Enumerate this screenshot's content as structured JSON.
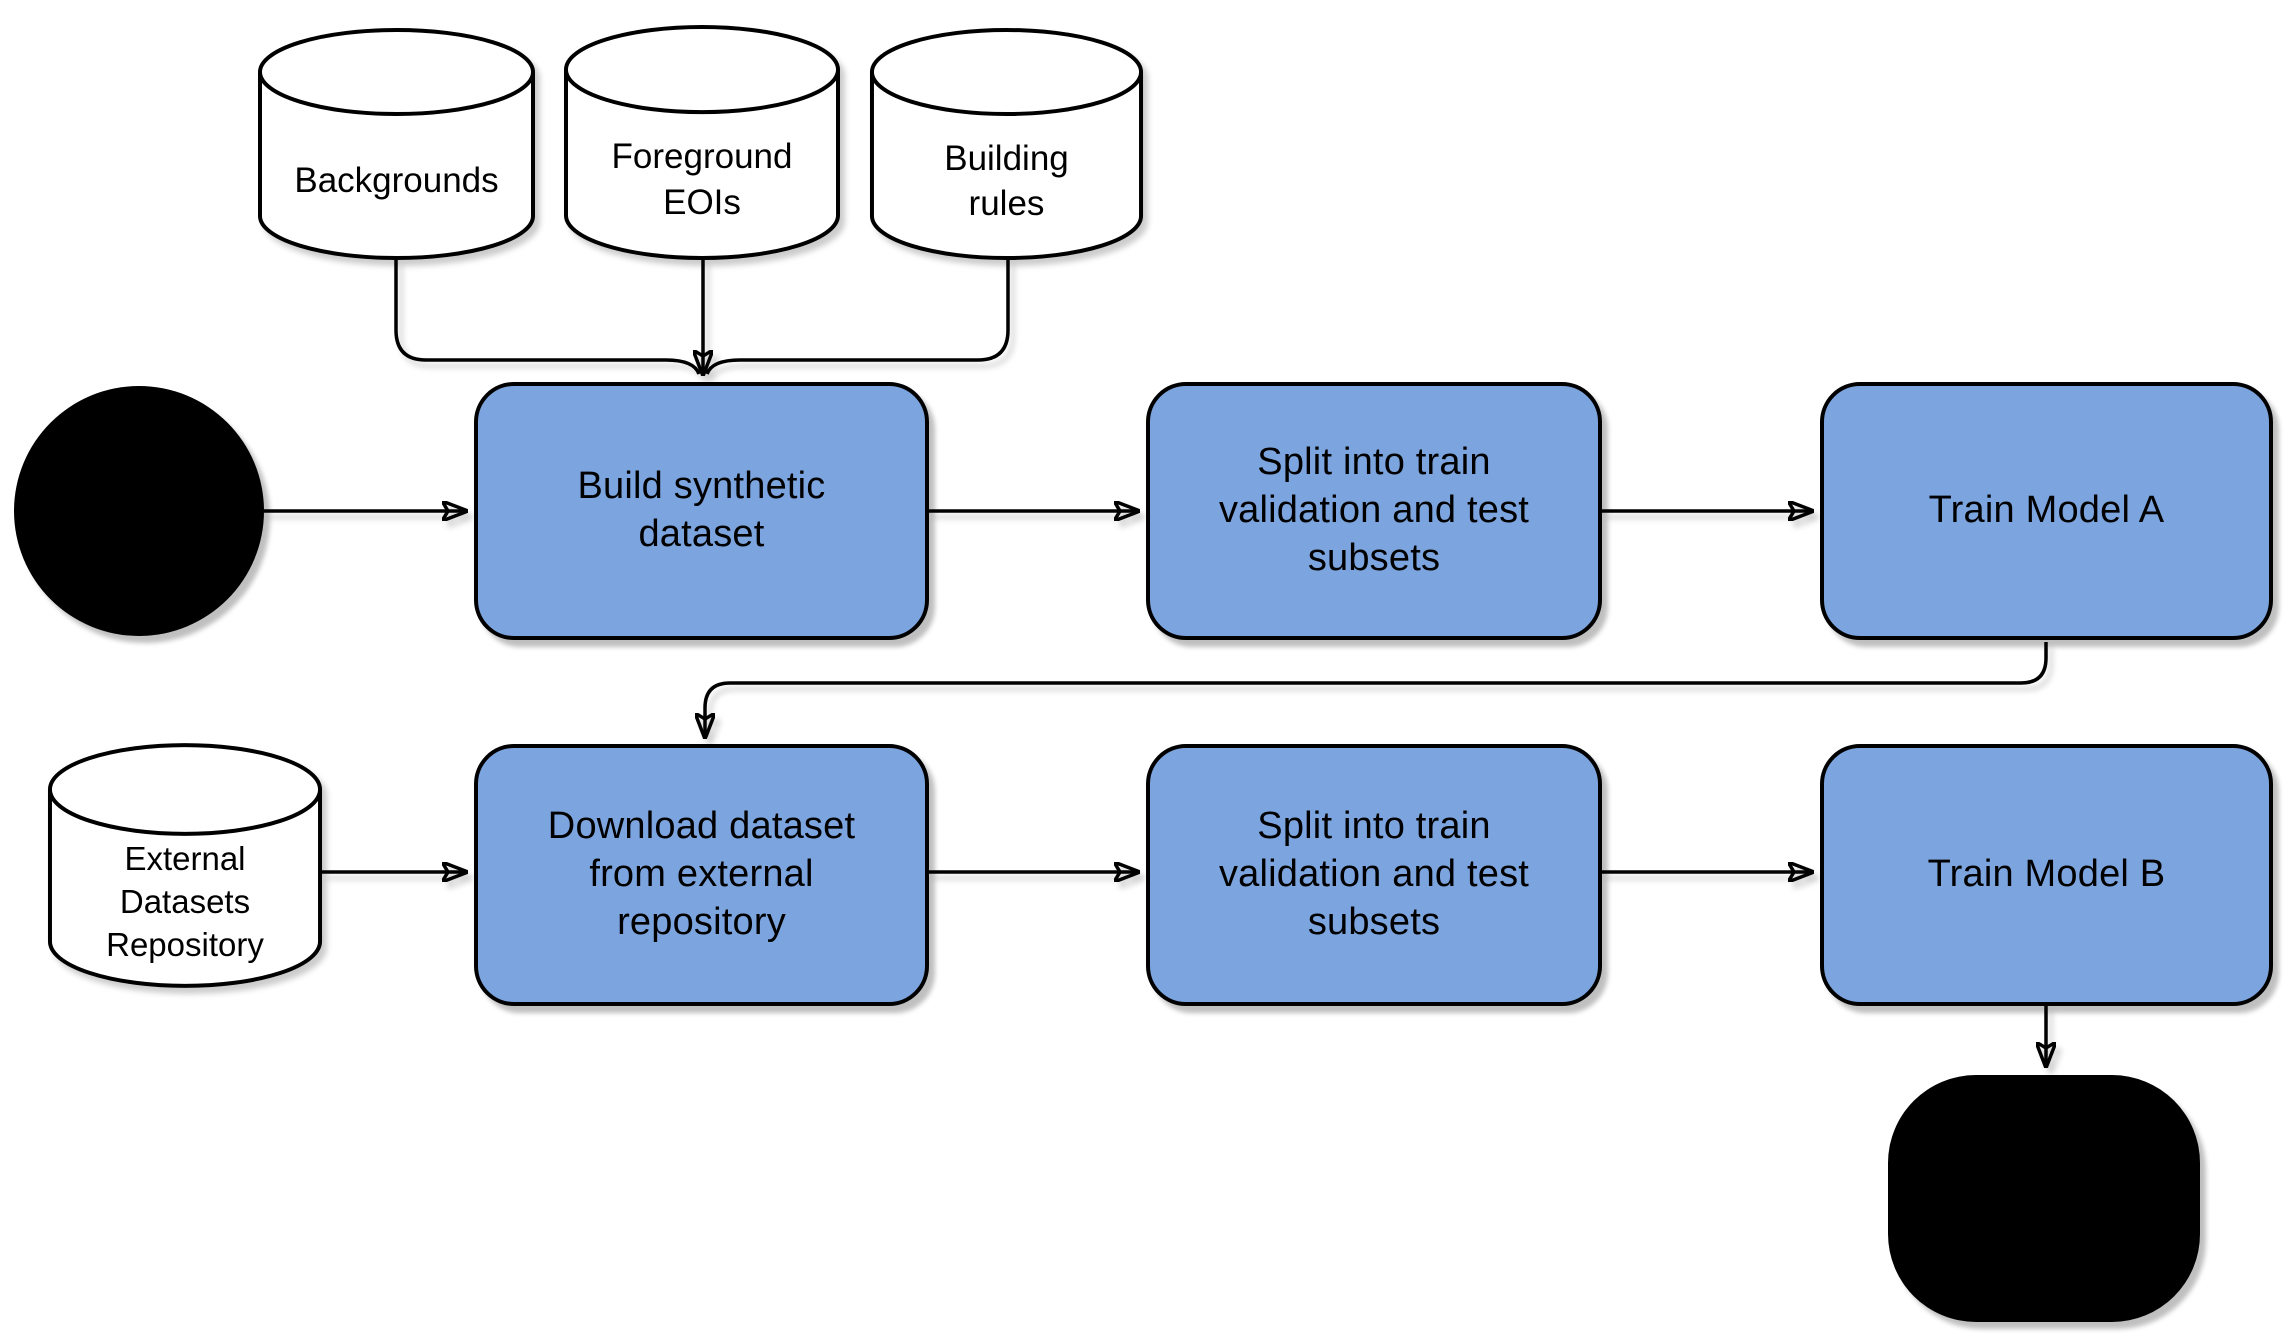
{
  "diagram": {
    "type": "flowchart",
    "colors": {
      "process_fill": "#7CA4DE",
      "process_stroke": "#000000",
      "cylinder_fill": "#FFFFFF",
      "edge_stroke": "#000000",
      "terminal_fill": "#000000",
      "background": "#FFFFFF"
    },
    "datastores": {
      "backgrounds": {
        "label": "Backgrounds"
      },
      "foreground_eois": {
        "label": "Foreground\nEOIs"
      },
      "building_rules": {
        "label": "Building\nrules"
      },
      "external_repository": {
        "label": "External\nDatasets\nRepository"
      }
    },
    "processes": {
      "build_synthetic_dataset": {
        "label": "Build synthetic\ndataset"
      },
      "split_train_val_test_a": {
        "label": "Split into train\nvalidation and test\nsubsets"
      },
      "train_model_a": {
        "label": "Train Model A"
      },
      "download_external_dataset": {
        "label": "Download dataset\nfrom external\nrepository"
      },
      "split_train_val_test_b": {
        "label": "Split into train\nvalidation and test\nsubsets"
      },
      "train_model_b": {
        "label": "Train Model B"
      }
    }
  }
}
